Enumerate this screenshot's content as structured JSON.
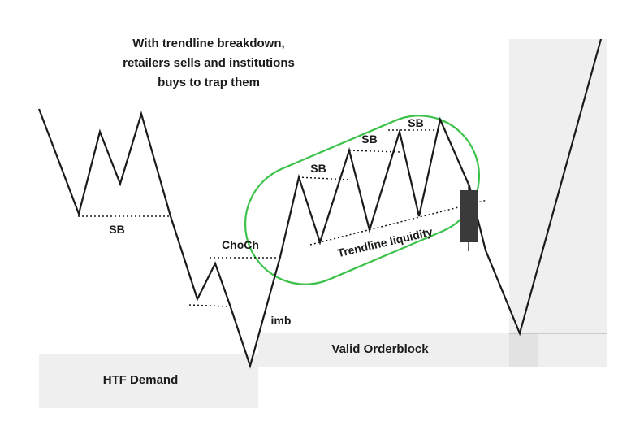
{
  "title_lines": [
    "With trendline breakdown,",
    "retailers sells and institutions",
    "buys to trap them"
  ],
  "labels": {
    "sb_left": "SB",
    "sb_1": "SB",
    "sb_2": "SB",
    "sb_3": "SB",
    "choch": "ChoCh",
    "imb": "imb",
    "trendline_liquidity": "Trendline liquidity",
    "valid_orderblock": "Valid Orderblock",
    "htf_demand": "HTF Demand"
  },
  "colors": {
    "price_line": "#1a1a1a",
    "highlight_ellipse": "#3cc24a",
    "zone_fill": "#efefef",
    "candle": "#3a3a3a"
  }
}
